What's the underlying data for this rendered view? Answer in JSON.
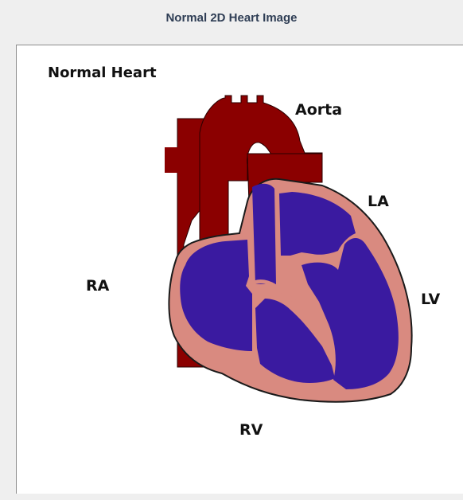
{
  "window": {
    "title": "Normal 2D Heart Image"
  },
  "diagram": {
    "heading": "Normal Heart",
    "labels": {
      "aorta": "Aorta",
      "la": "LA",
      "ra": "RA",
      "lv": "LV",
      "rv": "RV"
    },
    "colors": {
      "vessel": "#8b0000",
      "muscle": "#d98a80",
      "chamber": "#3a1aa0",
      "outline": "#1a1a1a"
    }
  }
}
